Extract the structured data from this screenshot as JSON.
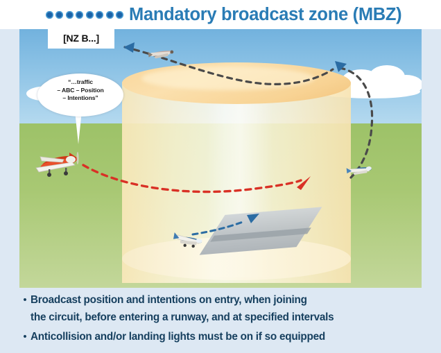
{
  "title": {
    "text": "Mandatory broadcast zone (MBZ)",
    "color": "#2a7cb5",
    "decoration_icon": "dot-row-icon",
    "decoration_dot_count": 8,
    "decoration_dot_color": "#1c63a8"
  },
  "illustration": {
    "name": "mbz-diagram",
    "zone_label": "[NZ B...]",
    "callout": {
      "line1": "“…traffic",
      "line2": "– ABC – Position",
      "line3": "– Intentions”"
    },
    "colors": {
      "sky": "#8fc4e6",
      "ground": "#a8c873",
      "zone_cylinder": "#f9d69a",
      "runway": "#b9bfc4",
      "inbound_path": "#d93025",
      "circuit_path": "#2b6ca3",
      "overfly_path": "#4a4a4a",
      "panel_background": "#dde8f3"
    },
    "elements": {
      "red_aircraft": "red-aircraft-icon",
      "blue_aircraft_right": "blue-aircraft-right-icon",
      "blue_aircraft_runway": "blue-aircraft-runway-icon",
      "overflying_aircraft": "overflying-aircraft-icon",
      "runway": "runway-strip",
      "zone_cylinder": "mbz-cylinder",
      "cloud_left": "cloud-icon",
      "cloud_right": "cloud-icon"
    }
  },
  "bullets": [
    {
      "marker": "•",
      "line1": "Broadcast position and intentions on entry, when joining",
      "line2": "the circuit, before entering a runway, and at specified intervals"
    },
    {
      "marker": "•",
      "line1": "Anticollision and/or landing lights must be on if so equipped",
      "line2": ""
    }
  ]
}
